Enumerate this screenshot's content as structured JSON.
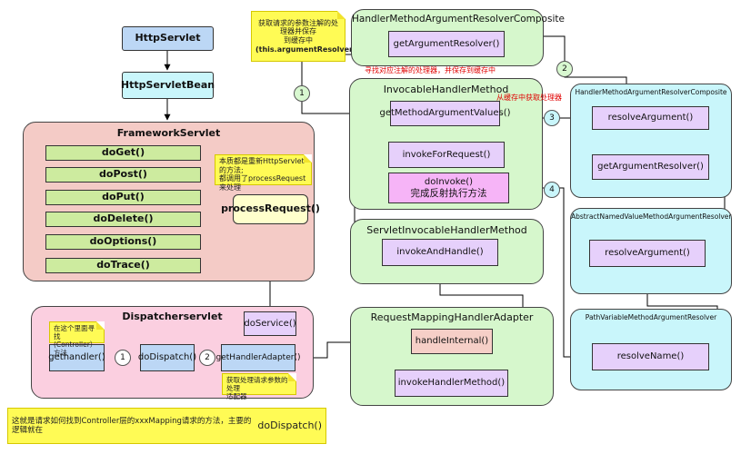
{
  "nodes": {
    "http_servlet": "HttpServlet",
    "http_servlet_bean": "HttpServletBean",
    "framework_servlet": {
      "title": "FrameworkServlet",
      "methods": [
        "doGet()",
        "doPost()",
        "doPut()",
        "doDelete()",
        "doOptions()",
        "doTrace()"
      ],
      "process_request": "processRequest()"
    },
    "dispatcher_servlet": {
      "title": "Dispatcherservlet",
      "do_service": "doService()",
      "do_dispatch": "doDispatch()",
      "get_handler": "gethandler()",
      "get_handler_adapter": "getHandlerAdapter()"
    },
    "handler_method_arg_resolver_composite_top": {
      "title": "HandlerMethodArgumentResolverComposite",
      "get_argument_resolver": "getArgumentResolver()"
    },
    "invocable_handler_method": {
      "title": "InvocableHandlerMethod",
      "get_method_argument_values": "getMethodArgumentValues()",
      "invoke_for_request": "invokeForRequest()",
      "do_invoke_line1": "doInvoke()",
      "do_invoke_line2": "完成反射执行方法"
    },
    "servlet_invocable_handler_method": {
      "title": "ServletInvocableHandlerMethod",
      "invoke_and_handle": "invokeAndHandle()"
    },
    "request_mapping_handler_adapter": {
      "title": "RequestMappingHandlerAdapter",
      "handle_internal": "handleInternal()",
      "invoke_handler_method": "invokeHandlerMethod()"
    },
    "handler_method_arg_resolver_composite_right": {
      "title": "HandlerMethodArgumentResolverComposite",
      "resolve_argument": "resolveArgument()",
      "get_argument_resolver": "getArgumentResolver()"
    },
    "abstract_named_value_method_argument_resolver": {
      "title": "AbstractNamedValueMethodArgumentResolver",
      "resolve_argument": "resolveArgument()"
    },
    "path_variable_method_argument_resolver": {
      "title": "PathVariableMethodArgumentResolver",
      "resolve_name": "resolveName()"
    }
  },
  "notes": {
    "cache_note_line1": "获取请求的参数注解的处理器并保存",
    "cache_note_line2": "到缓存中",
    "cache_note_line3": "(this.argumentResolverCache)",
    "process_request_note_line1": "本质都是重新HttpServlet的方法;",
    "process_request_note_line2": "都调用了processRequest来处理",
    "gethandler_note_line1": "在这个里面寻找",
    "gethandler_note_line2": "(Controller）方法",
    "adapter_note_line1": "获取处理请求参数的处理",
    "adapter_note_line2": "适配器",
    "footer_note_prefix": "这就是请求如何找到Controller层的xxxMapping请求的方法，主要的逻辑就在",
    "footer_note_emph": "doDispatch()"
  },
  "edge_labels": {
    "find_and_cache": "寻找对应注解的处理器，并保存到缓存中",
    "from_cache": "从缓存中获取处理器"
  },
  "step_numbers": [
    "1",
    "2",
    "3",
    "4"
  ],
  "colors": {
    "blue": "#bcd7f5",
    "cyan": "#c9f6fb",
    "green": "#cdeb9f",
    "purple": "#e6d0fb",
    "pink_container": "#fbcfe0",
    "salmon_container": "#f4cbc6",
    "light_green_container": "#d6f7cc",
    "note_yellow": "#fffb55",
    "red_text": "#e00000"
  }
}
